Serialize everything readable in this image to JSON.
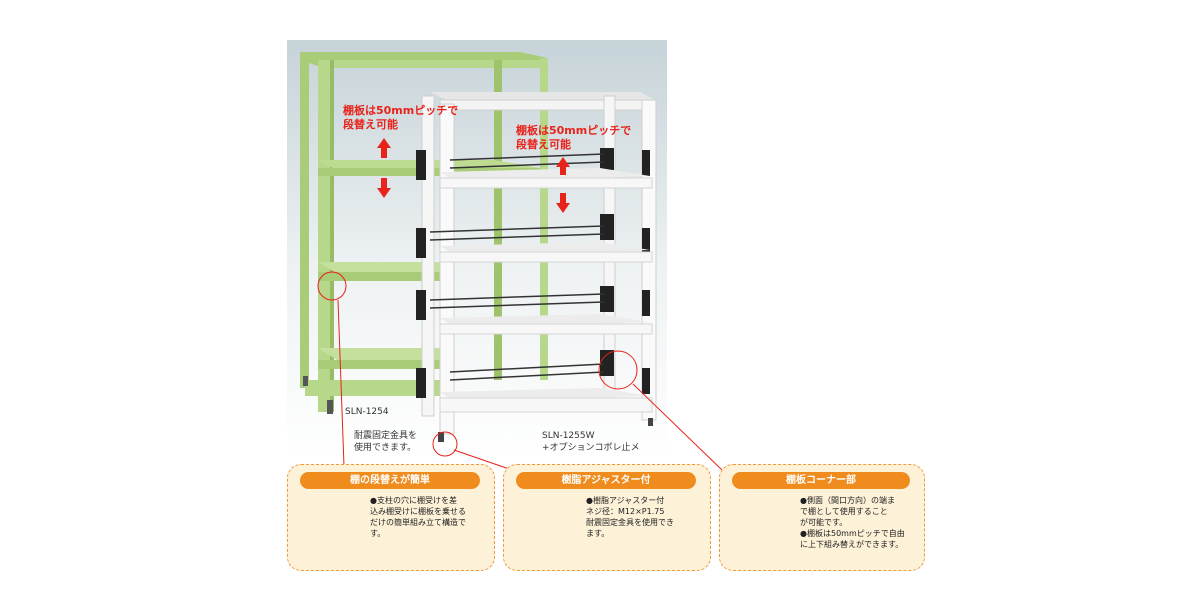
{
  "annotations": {
    "shelf_left_note": [
      "棚板は50mmピッチで",
      "段替え可能"
    ],
    "shelf_right_note": [
      "棚板は50mmピッチで",
      "段替え可能"
    ],
    "model_left": "SLN-1254",
    "model_right": "SLN-1255W",
    "model_right_sub": "+オプションコボレ止メ",
    "fixture_note": [
      "耐震固定金具を",
      "使用できます。"
    ]
  },
  "panels": [
    {
      "title": "棚の段替えが簡単",
      "lines": [
        "●支柱の穴に棚受けを差",
        "込み棚受けに棚板を乗せる",
        "だけの簡単組み立て構造で",
        "す。"
      ]
    },
    {
      "title": "樹脂アジャスター付",
      "lines": [
        "●樹脂アジャスター付",
        "ネジ径：M12×P1.75",
        "耐震固定金具を使用でき",
        "ます。"
      ]
    },
    {
      "title": "棚板コーナー部",
      "lines": [
        "●側面（間口方向）の端ま",
        "で棚として使用すること",
        "が可能です。",
        "●棚板は50mmピッチで自由",
        "に上下組み替えができます。"
      ]
    }
  ],
  "colors": {
    "green_frame": "#b7d78a",
    "white_frame": "#f2f2f2",
    "accent_red": "#e8231b",
    "panel_orange": "#f08c1e",
    "panel_bg": "#fdf1d8"
  }
}
